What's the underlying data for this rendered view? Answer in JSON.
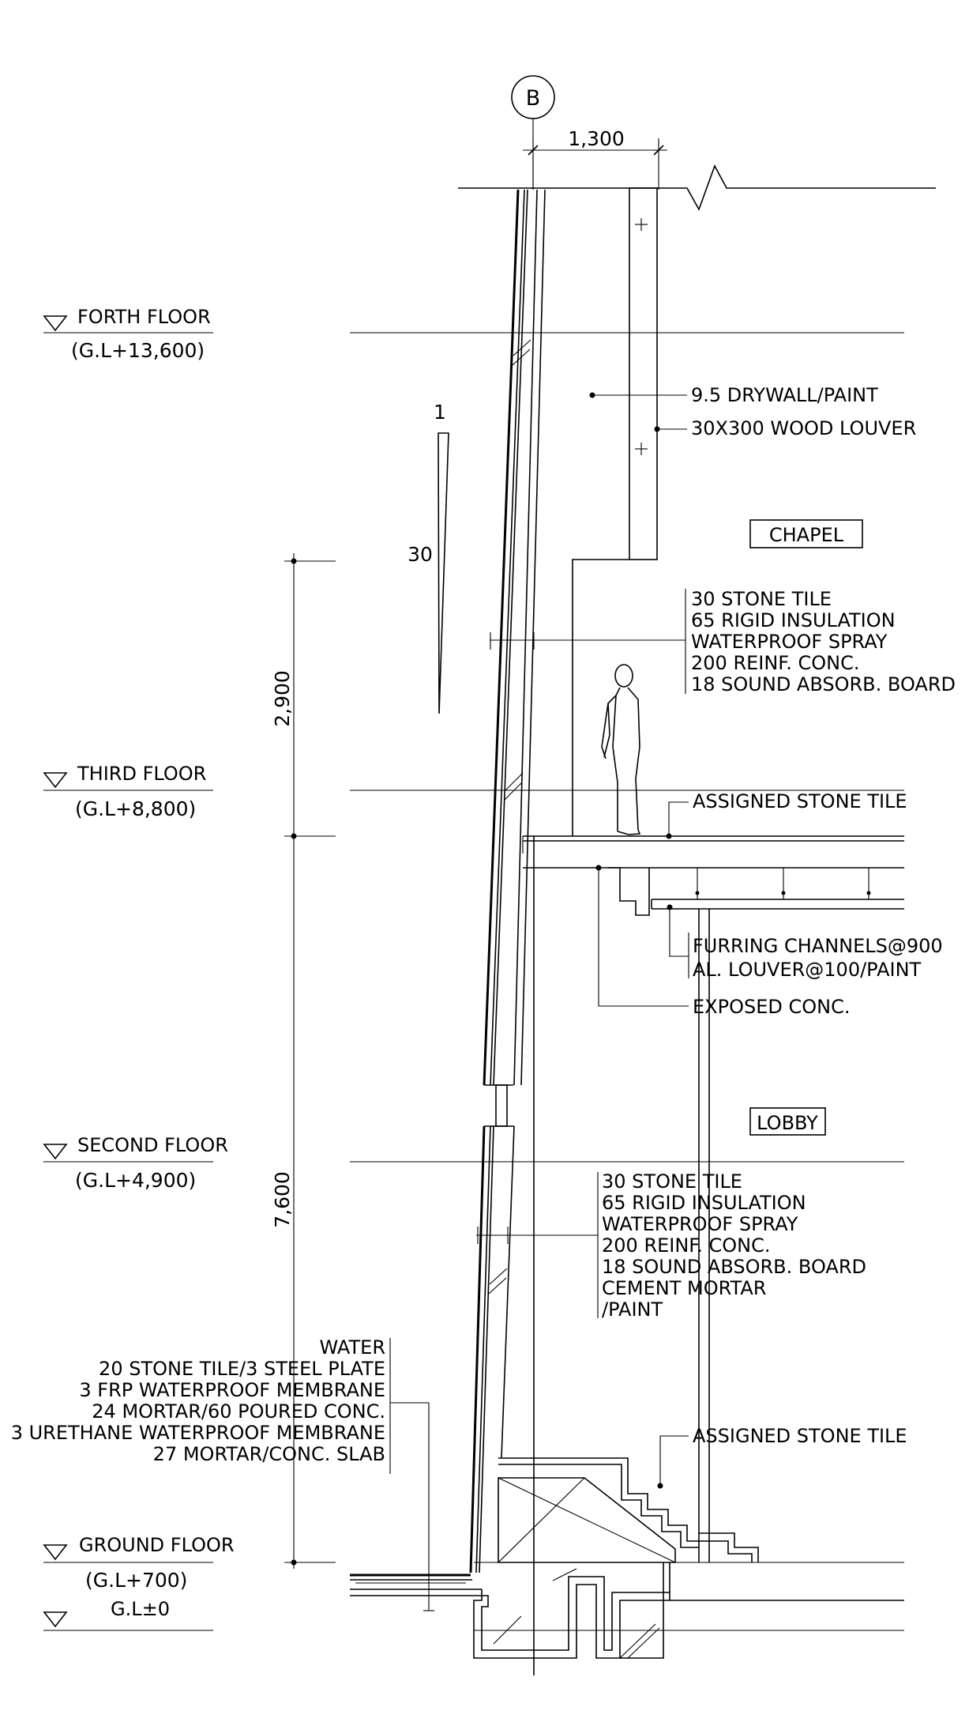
{
  "grid_label": "B",
  "dimensions": {
    "top_width": "1,300",
    "upper_height": "2,900",
    "lower_height": "7,600",
    "slope_rise": "1",
    "slope_run": "30"
  },
  "levels": [
    {
      "name": "FORTH FLOOR",
      "elevation": "(G.L+13,600)"
    },
    {
      "name": "THIRD FLOOR",
      "elevation": "(G.L+8,800)"
    },
    {
      "name": "SECOND FLOOR",
      "elevation": "(G.L+4,900)"
    },
    {
      "name": "GROUND FLOOR",
      "elevation": "(G.L+700)"
    },
    {
      "name": "G.L±0",
      "elevation": ""
    }
  ],
  "rooms": {
    "chapel": "CHAPEL",
    "lobby": "LOBBY"
  },
  "notes": {
    "drywall": "9.5 DRYWALL/PAINT",
    "wood_louver": "30X300 WOOD LOUVER",
    "upper_wall": [
      "30 STONE TILE",
      "65 RIGID INSULATION",
      "WATERPROOF SPRAY",
      "200 REINF. CONC.",
      "18 SOUND ABSORB. BOARD"
    ],
    "assigned_tile_upper": "ASSIGNED STONE TILE",
    "ceiling": [
      "FURRING CHANNELS@900",
      "AL. LOUVER@100/PAINT"
    ],
    "exposed_conc": "EXPOSED CONC.",
    "lower_wall": [
      "30 STONE TILE",
      "65 RIGID INSULATION",
      "WATERPROOF SPRAY",
      "200 REINF. CONC.",
      "18 SOUND ABSORB. BOARD",
      "CEMENT MORTAR",
      "/PAINT"
    ],
    "ground": [
      "WATER",
      "20 STONE TILE/3 STEEL PLATE",
      "3 FRP WATERPROOF MEMBRANE",
      "24 MORTAR/60 POURED CONC.",
      "3 URETHANE WATERPROOF MEMBRANE",
      "27 MORTAR/CONC. SLAB"
    ],
    "assigned_tile_lower": "ASSIGNED STONE TILE"
  }
}
